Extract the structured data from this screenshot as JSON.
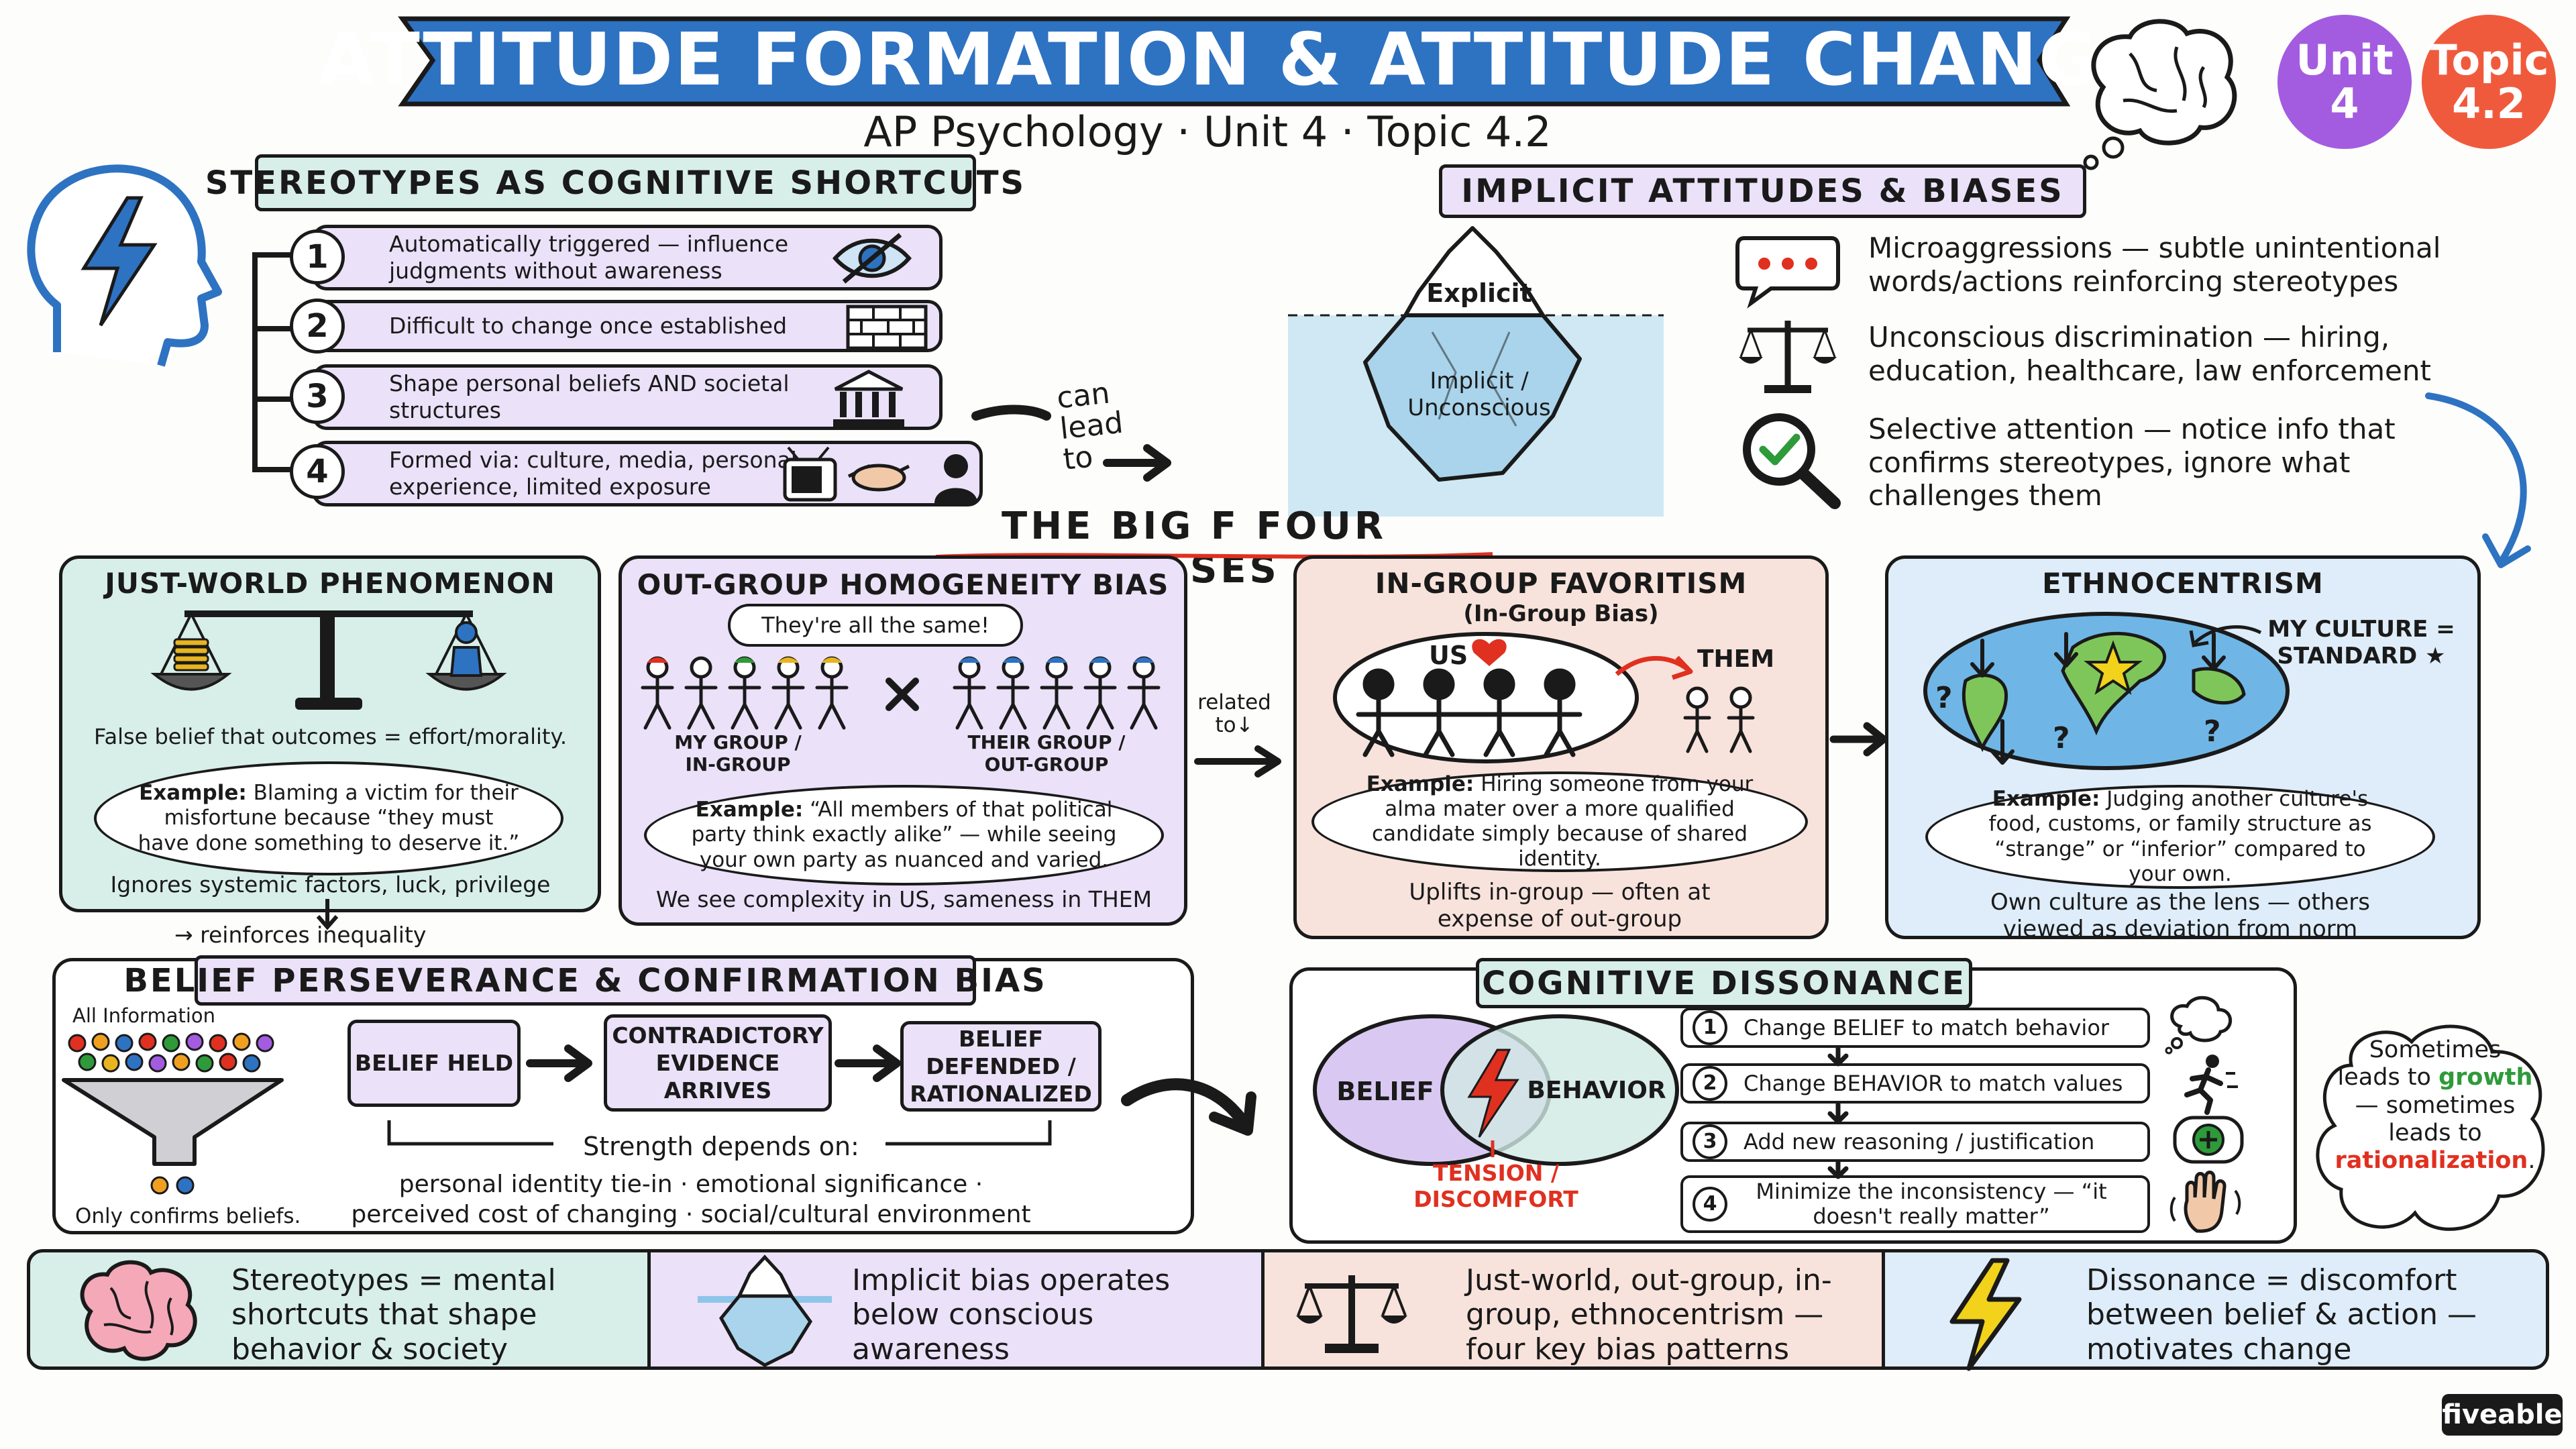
{
  "header": {
    "title": "ATTITUDE FORMATION & ATTITUDE CHANGE",
    "subtitle": "AP Psychology · Unit 4 · Topic 4.2",
    "unit_badge": {
      "label": "Unit",
      "value": "4",
      "color": "#a35ce0"
    },
    "topic_badge": {
      "label": "Topic",
      "value": "4.2",
      "color": "#f05a3c"
    }
  },
  "colors": {
    "banner": "#2e72c2",
    "mint": "#d8efe9",
    "lavender": "#ebe1f8",
    "peach": "#f8e3dc",
    "lightblue": "#deedf9",
    "red": "#e03020",
    "green": "#2e9a3a"
  },
  "stereotypes": {
    "heading": "Stereotypes as Cognitive Shortcuts",
    "items": [
      {
        "n": "1",
        "text": "Automatically triggered — influence judgments without awareness",
        "icon": "eye-slash-icon"
      },
      {
        "n": "2",
        "text": "Difficult to change once established",
        "icon": "brick-wall-icon"
      },
      {
        "n": "3",
        "text": "Shape personal beliefs AND societal structures",
        "icon": "institution-building-icon"
      },
      {
        "n": "4",
        "text": "Formed via: culture, media, personal experience, limited exposure",
        "icon": "tv-handshake-person-icon"
      }
    ],
    "can_lead_to": "can lead to"
  },
  "implicit": {
    "heading": "Implicit Attitudes & Biases",
    "iceberg_top": "Explicit",
    "iceberg_bottom": "Implicit / Unconscious",
    "items": [
      {
        "icon": "speech-bubble-icon",
        "text": "Microaggressions — subtle unintentional words/actions reinforcing stereotypes"
      },
      {
        "icon": "scales-icon",
        "text": "Unconscious discrimination — hiring, education, healthcare, law enforcement"
      },
      {
        "icon": "magnifier-check-icon",
        "text": "Selective attention — notice info that confirms stereotypes, ignore what challenges them"
      }
    ]
  },
  "big_four": {
    "title": "The Big F Four Biases"
  },
  "just_world": {
    "title": "Just-World Phenomenon",
    "belief": "False belief that outcomes = effort/morality.",
    "example_label": "Example:",
    "example": "Blaming a victim for their misfortune because “they must have done something to deserve it.”",
    "ignores": "Ignores systemic factors, luck, privilege",
    "reinforces": "→ reinforces inequality"
  },
  "outgroup": {
    "title": "Out-Group Homogeneity Bias",
    "speech": "They're all the same!",
    "my_group": "My group / In-group",
    "their_group": "Their group / Out-group",
    "example_label": "Example:",
    "example": "“All members of that political party think exactly alike” — while seeing your own party as nuanced and varied.",
    "summary": "We see complexity in US, sameness in THEM",
    "related_to": "related to↓"
  },
  "ingroup": {
    "title": "In-Group Favoritism",
    "subtitle": "(In-Group Bias)",
    "us": "US",
    "them": "THEM",
    "example_label": "Example:",
    "example": "Hiring someone from your alma mater over a more qualified candidate simply because of shared identity.",
    "summary": "Uplifts in-group — often at expense of out-group"
  },
  "ethnocentrism": {
    "title": "Ethnocentrism",
    "callout": "My culture = standard ★",
    "example_label": "Example:",
    "example": "Judging another culture's food, customs, or family structure as “strange” or “inferior” compared to your own.",
    "summary": "Own culture as the lens — others viewed as deviation from norm"
  },
  "belief_perseverance": {
    "heading": "Belief Perseverance & Confirmation Bias",
    "all_info": "All Information",
    "only_confirms": "Only confirms beliefs.",
    "flow": [
      "Belief held",
      "Contradictory evidence arrives",
      "Belief defended / rationalized"
    ],
    "strength_label": "Strength depends on:",
    "strength_line1": "personal identity tie-in · emotional significance ·",
    "strength_line2": "perceived cost of changing · social/cultural environment"
  },
  "dissonance": {
    "heading": "Cognitive Dissonance",
    "belief": "BELIEF",
    "behavior": "BEHAVIOR",
    "tension": "TENSION / DISCOMFORT",
    "options": [
      {
        "n": "1",
        "text": "Change BELIEF to match behavior",
        "icon": "thought-cloud-icon"
      },
      {
        "n": "2",
        "text": "Change BEHAVIOR to match values",
        "icon": "running-person-icon"
      },
      {
        "n": "3",
        "text": "Add new reasoning / justification",
        "icon": "plus-bubble-icon"
      },
      {
        "n": "4",
        "text": "Minimize the inconsistency — “it doesn't really matter”",
        "icon": "waving-hand-icon"
      }
    ],
    "side_note": {
      "pre": "Sometimes leads to",
      "growth": "growth",
      "mid": "— sometimes leads to",
      "rationalization": "rationalization",
      "post": "."
    }
  },
  "summary_strip": [
    {
      "icon": "brain-icon",
      "text": "Stereotypes = mental shortcuts that shape behavior & society",
      "color": "#d8efe9"
    },
    {
      "icon": "iceberg-icon",
      "text": "Implicit bias operates below conscious awareness",
      "color": "#ebe1f8"
    },
    {
      "icon": "scales-icon",
      "text": "Just-world, out-group, in-group, ethnocentrism — four key bias patterns",
      "color": "#f8e3dc"
    },
    {
      "icon": "lightning-icon",
      "text": "Dissonance = discomfort between belief & action — motivates change",
      "color": "#deedf9"
    }
  ],
  "brand": "fiveable"
}
